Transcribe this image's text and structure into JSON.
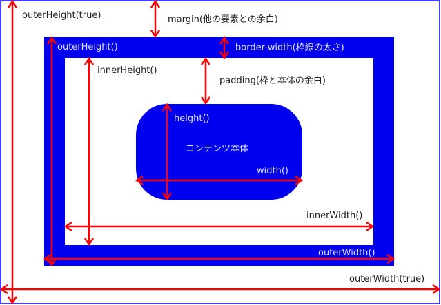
{
  "colors": {
    "box": "#0000ee",
    "arrow": "#ff0000"
  },
  "labels": {
    "outer_height_true": "outerHeight(true)",
    "margin": "margin(他の要素との余白)",
    "outer_height": "outerHeight()",
    "border_width": "border-width(枠線の太さ)",
    "inner_height": "innerHeight()",
    "padding": "padding(枠と本体の余白)",
    "height": "height()",
    "content": "コンテンツ本体",
    "width": "width()",
    "inner_width": "innerWidth()",
    "outer_width": "outerWidth()",
    "outer_width_true": "outerWidth(true)"
  }
}
